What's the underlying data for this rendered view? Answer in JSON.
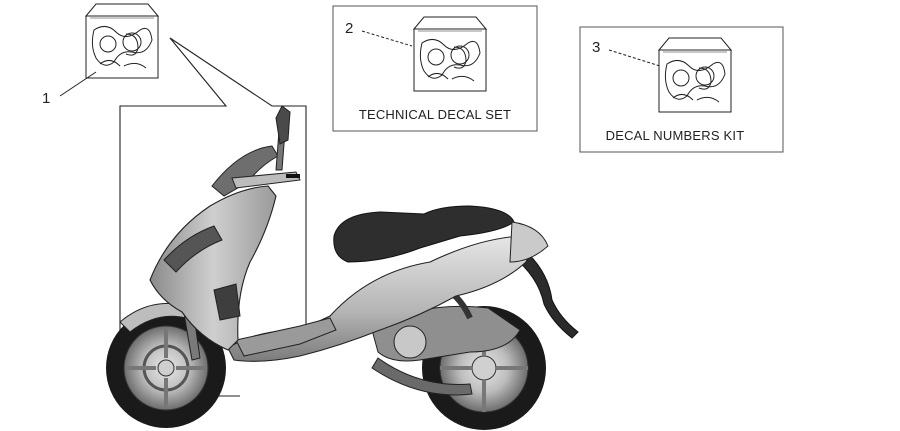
{
  "parts": [
    {
      "ref": "1",
      "caption": ""
    },
    {
      "ref": "2",
      "caption": "TECHNICAL DECAL SET"
    },
    {
      "ref": "3",
      "caption": "DECAL NUMBERS KIT"
    }
  ],
  "colors": {
    "line": "#222222",
    "body_light": "#d9d9d9",
    "body_mid": "#a8a8a8",
    "body_dark": "#4a4a4a",
    "seat": "#2e2e2e",
    "tyre": "#1a1a1a"
  }
}
